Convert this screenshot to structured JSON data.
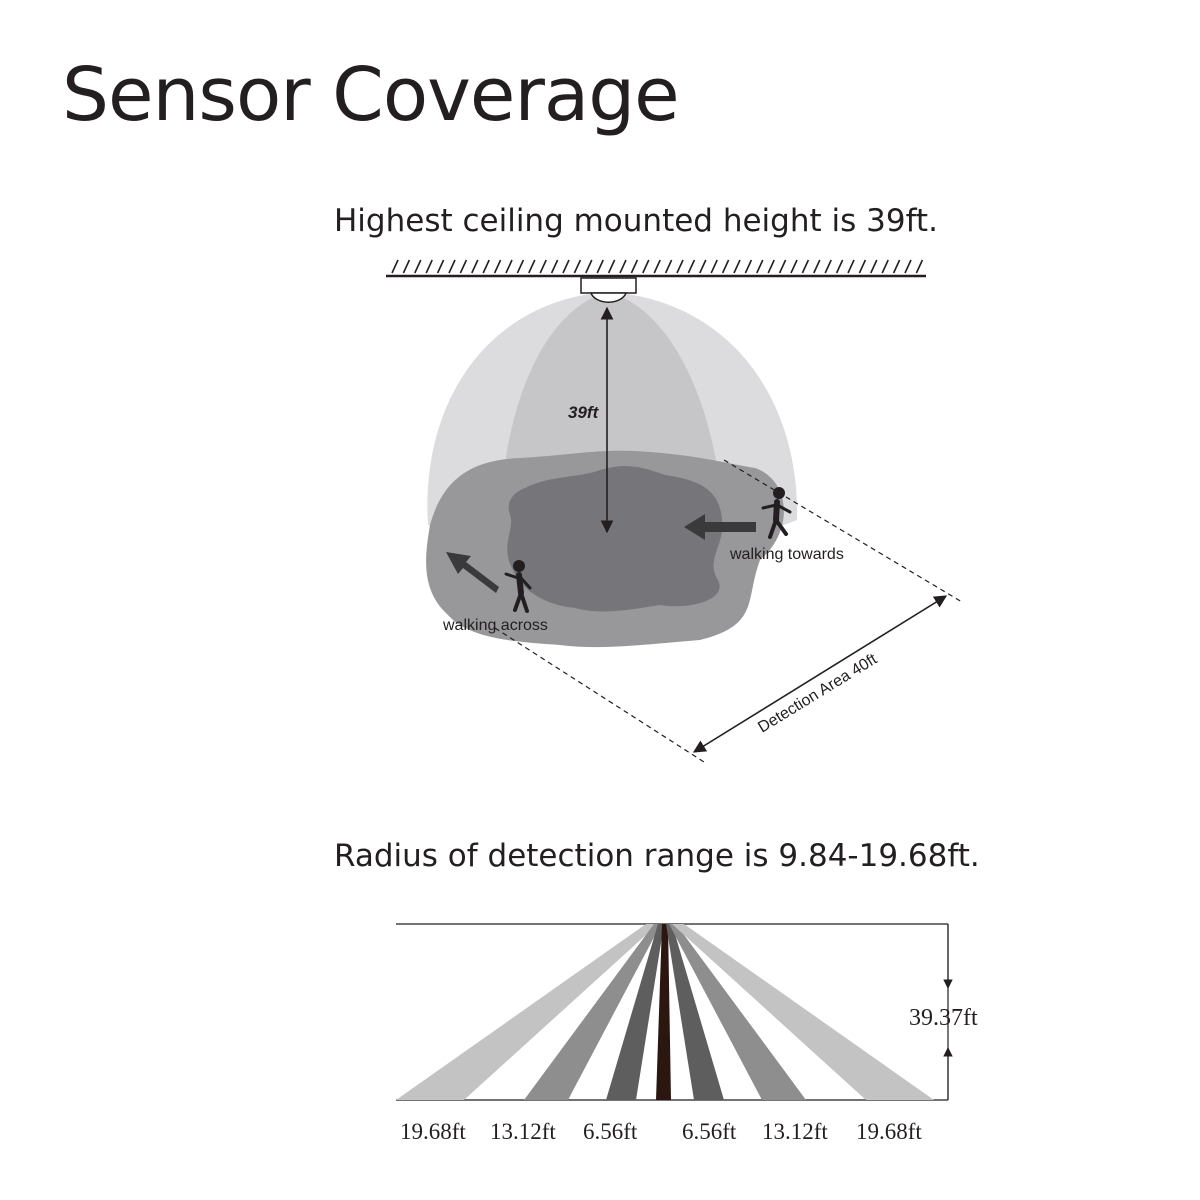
{
  "title": "Sensor Coverage",
  "diagram1": {
    "caption": "Highest ceiling mounted height is 39ft.",
    "height_label": "39ft",
    "walking_towards": "walking towards",
    "walking_across": "walking across",
    "detection_area": "Detection Area 40ft"
  },
  "diagram2": {
    "caption": "Radius of detection range is 9.84-19.68ft.",
    "height_label": "39.37ft",
    "range_labels": [
      "19.68ft",
      "13.12ft",
      "6.56ft",
      "6.56ft",
      "13.12ft",
      "19.68ft"
    ]
  },
  "colors": {
    "outer_dome": "#dcdcde",
    "inner_dome": "#c6c6c9",
    "mid_blob": "#98989b",
    "dark_blob": "#76767a",
    "beam_light": "#c3c3c3",
    "beam_mid": "#8e8e8e",
    "beam_dark": "#5e5e5e",
    "beam_center": "#2b1610"
  }
}
